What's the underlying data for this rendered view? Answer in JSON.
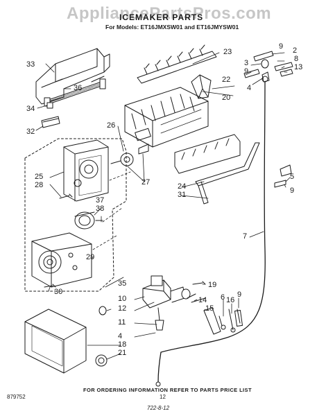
{
  "watermark": "AppliancePartsPros.com",
  "header": {
    "title": "ICEMAKER PARTS",
    "models": "For Models: ET16JMXSW01 and ET16JMYSW01"
  },
  "footer": {
    "ordering_info": "FOR ORDERING INFORMATION REFER TO PARTS PRICE LIST",
    "page_number": "12",
    "doc_number": "879752",
    "handwritten_note": "722-8-12"
  },
  "callouts": [
    "23",
    "9",
    "2",
    "8",
    "3",
    "13",
    "9",
    "22",
    "4",
    "20",
    "33",
    "36",
    "34",
    "32",
    "26",
    "25",
    "28",
    "27",
    "37",
    "38",
    "29",
    "24",
    "31",
    "5",
    "9",
    "7",
    "30",
    "35",
    "12",
    "10",
    "11",
    "4",
    "19",
    "14",
    "15",
    "6",
    "16",
    "9",
    "18",
    "21"
  ]
}
